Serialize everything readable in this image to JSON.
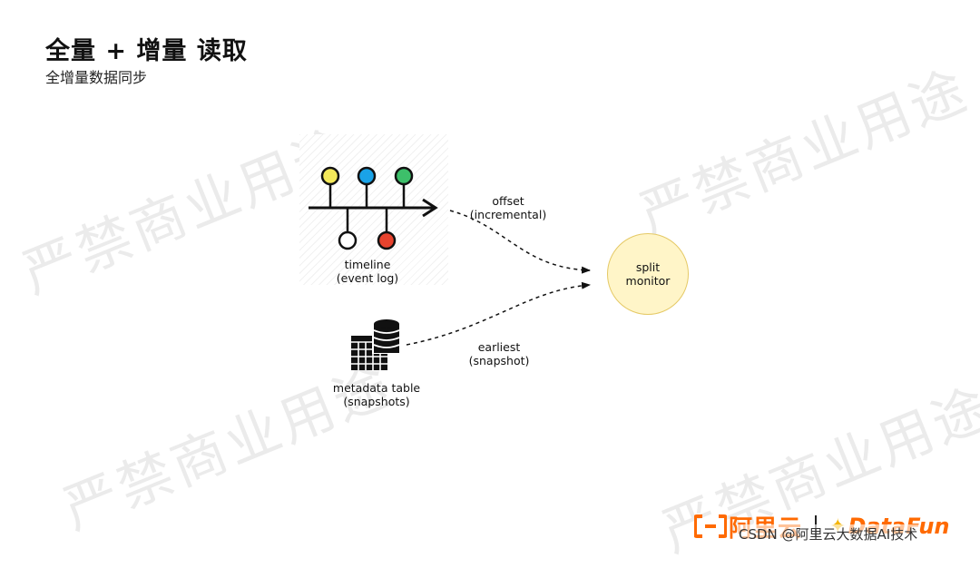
{
  "header": {
    "title": "全量 + 增量 读取",
    "subtitle": "全增量数据同步"
  },
  "watermark": {
    "text": "严禁商业用途"
  },
  "nodes": {
    "timeline": {
      "line1": "timeline",
      "line2": "(event log)"
    },
    "metadata": {
      "line1": "metadata table",
      "line2": "(snapshots)"
    },
    "monitor": {
      "line1": "split",
      "line2": "monitor"
    }
  },
  "edges": {
    "offset": {
      "line1": "offset",
      "line2": "(incremental)"
    },
    "earliest": {
      "line1": "earliest",
      "line2": "(snapshot)"
    }
  },
  "events": {
    "above": [
      "#f4e95a",
      "#1aa3e8",
      "#3dbf6a"
    ],
    "below": [
      "#ffffff",
      "#e8432e"
    ]
  },
  "footer": {
    "brand1": "阿里云",
    "brand2": "DataFun",
    "credit": "CSDN @阿里云大数据AI技术"
  },
  "colors": {
    "brand_orange": "#ff6a00",
    "monitor_fill": "#fff5c8",
    "monitor_border": "#e5c965"
  }
}
